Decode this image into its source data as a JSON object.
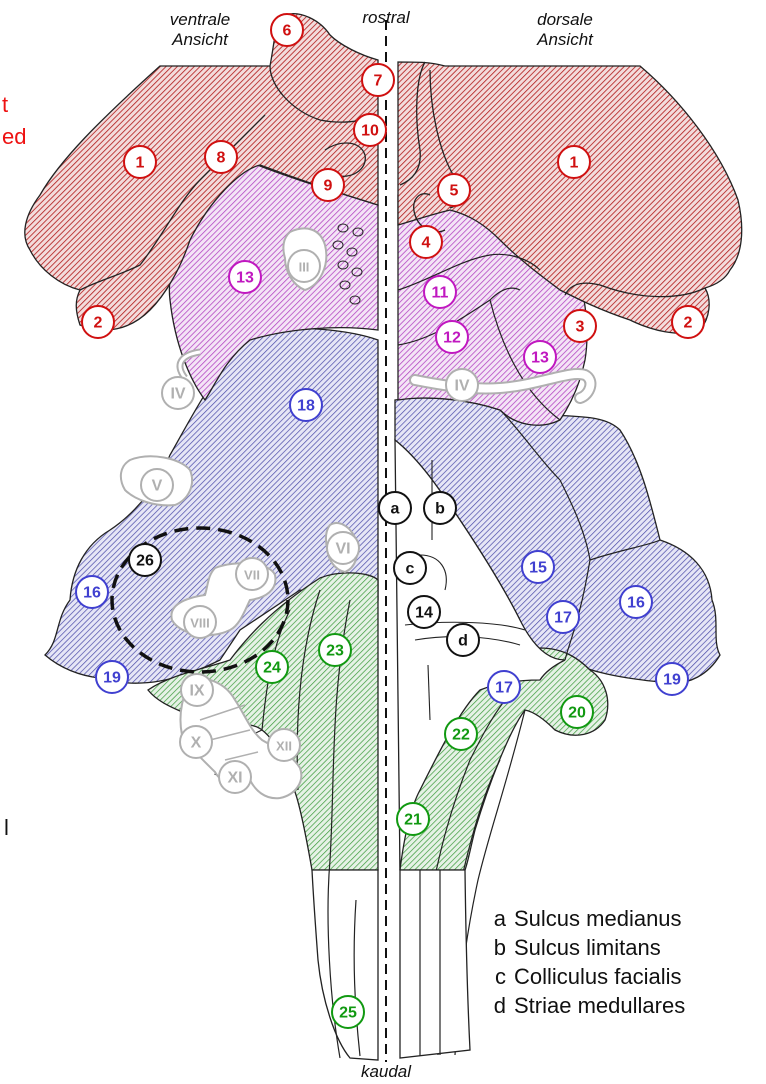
{
  "headers": {
    "ventral": "ventrale\nAnsicht",
    "rostral": "rostral",
    "dorsal": "dorsale\nAnsicht",
    "caudal": "kaudal"
  },
  "side_fragments": [
    "t",
    "ed",
    "l"
  ],
  "legend": [
    {
      "key": "a",
      "text": "Sulcus medianus"
    },
    {
      "key": "b",
      "text": "Sulcus limitans"
    },
    {
      "key": "c",
      "text": "Colliculus facialis"
    },
    {
      "key": "d",
      "text": "Striae medullares"
    }
  ],
  "colors": {
    "red": "#d01010",
    "magenta": "#c018c0",
    "blue": "#4040d0",
    "green": "#119911",
    "gray": "#b0b0b0",
    "black": "#111111"
  },
  "markers": [
    {
      "label": "6",
      "color": "red"
    },
    {
      "label": "7",
      "color": "red"
    },
    {
      "label": "10",
      "color": "red"
    },
    {
      "label": "8",
      "color": "red"
    },
    {
      "label": "1",
      "color": "red"
    },
    {
      "label": "9",
      "color": "red"
    },
    {
      "label": "1",
      "color": "red"
    },
    {
      "label": "5",
      "color": "red"
    },
    {
      "label": "4",
      "color": "red"
    },
    {
      "label": "2",
      "color": "red"
    },
    {
      "label": "3",
      "color": "red"
    },
    {
      "label": "2",
      "color": "red"
    },
    {
      "label": "13",
      "color": "magenta"
    },
    {
      "label": "11",
      "color": "magenta"
    },
    {
      "label": "12",
      "color": "magenta"
    },
    {
      "label": "13",
      "color": "magenta"
    },
    {
      "label": "18",
      "color": "blue"
    },
    {
      "label": "16",
      "color": "blue"
    },
    {
      "label": "19",
      "color": "blue"
    },
    {
      "label": "15",
      "color": "blue"
    },
    {
      "label": "17",
      "color": "blue"
    },
    {
      "label": "16",
      "color": "blue"
    },
    {
      "label": "17",
      "color": "blue"
    },
    {
      "label": "19",
      "color": "blue"
    },
    {
      "label": "23",
      "color": "green"
    },
    {
      "label": "24",
      "color": "green"
    },
    {
      "label": "20",
      "color": "green"
    },
    {
      "label": "22",
      "color": "green"
    },
    {
      "label": "21",
      "color": "green"
    },
    {
      "label": "25",
      "color": "green"
    },
    {
      "label": "26",
      "color": "black"
    },
    {
      "label": "a",
      "color": "black"
    },
    {
      "label": "b",
      "color": "black"
    },
    {
      "label": "c",
      "color": "black"
    },
    {
      "label": "14",
      "color": "black"
    },
    {
      "label": "d",
      "color": "black"
    },
    {
      "label": "III",
      "color": "gray"
    },
    {
      "label": "IV",
      "color": "gray"
    },
    {
      "label": "IV",
      "color": "gray"
    },
    {
      "label": "V",
      "color": "gray"
    },
    {
      "label": "VI",
      "color": "gray"
    },
    {
      "label": "VII",
      "color": "gray"
    },
    {
      "label": "VIII",
      "color": "gray"
    },
    {
      "label": "IX",
      "color": "gray"
    },
    {
      "label": "X",
      "color": "gray"
    },
    {
      "label": "XI",
      "color": "gray"
    },
    {
      "label": "XII",
      "color": "gray"
    }
  ]
}
